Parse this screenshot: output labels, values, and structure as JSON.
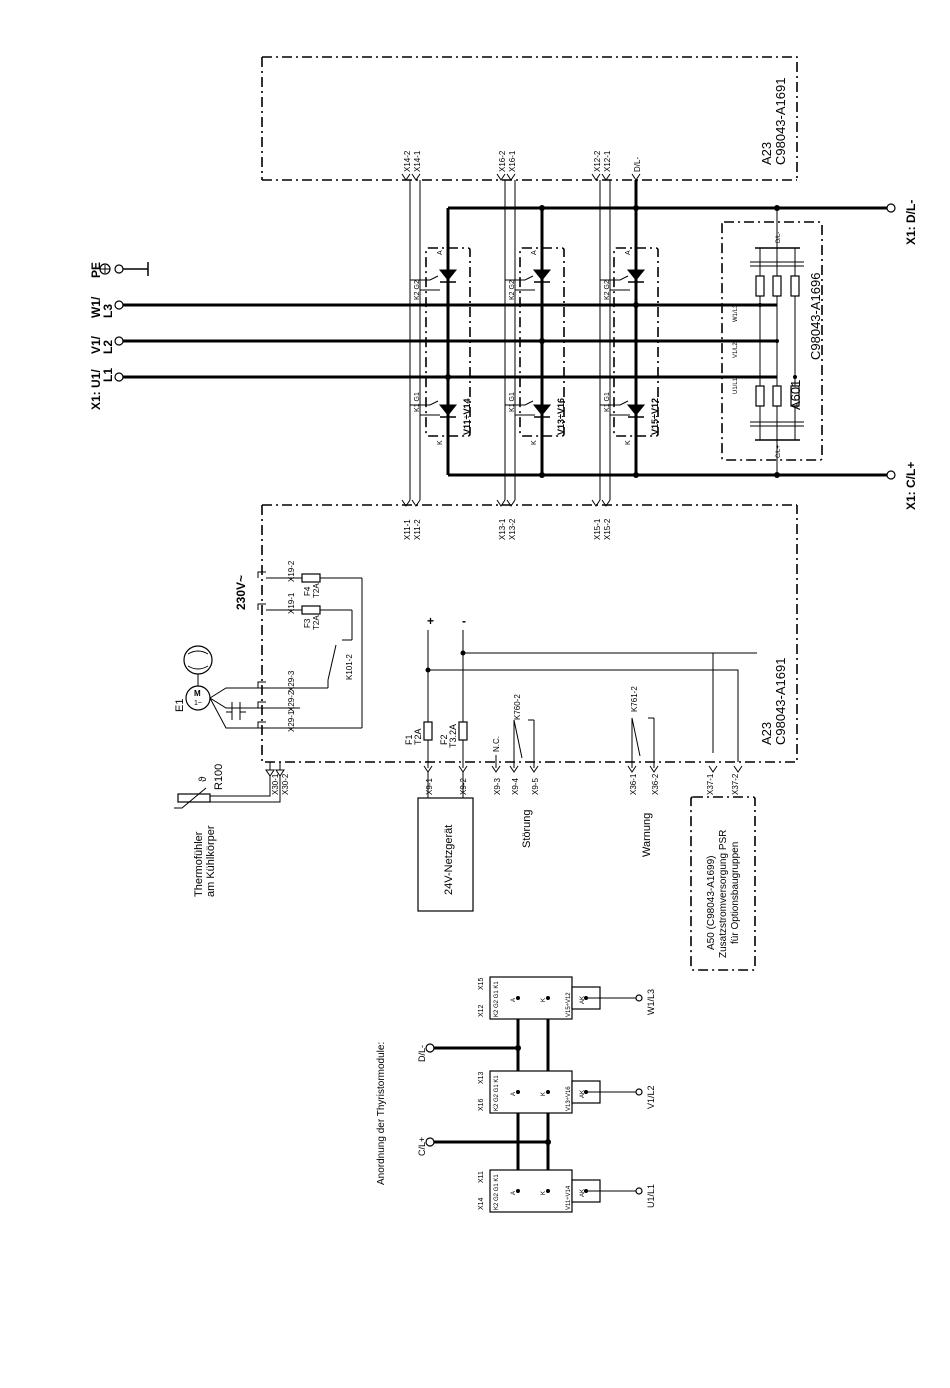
{
  "top_board": {
    "ref": "A23",
    "part": "C98043-A1691"
  },
  "bottom_board": {
    "ref": "A23",
    "part": "C98043-A1691"
  },
  "snubber_board": {
    "ref": "A601",
    "part": "C98043-A1696"
  },
  "terminals": {
    "dl": "X1: D/L-",
    "cl": "X1: C/L+",
    "pe": "PE",
    "w1": "W1/\nL3",
    "v1": "V1/\nL2",
    "u1": "X1: U1/\nL1"
  },
  "connectors_top": [
    "X14-2",
    "X14-1",
    "X16-2",
    "X16-1",
    "X12-2",
    "X12-1",
    "D/L-"
  ],
  "connectors_bottom": [
    "X11-1",
    "X11-2",
    "X13-1",
    "X13-2",
    "X15-1",
    "X15-2"
  ],
  "thyristor_modules": [
    "V11÷V14",
    "V13÷V16",
    "V15÷V12"
  ],
  "gate_labels": {
    "k2": "K2",
    "g2": "G2",
    "k1": "K1",
    "g1": "G1",
    "a": "A",
    "k": "K"
  },
  "snubber_labels": {
    "top": "D/L-",
    "w": "W1/L3",
    "v": "V1/L2",
    "u": "U1/L1",
    "bottom": "C/L+"
  },
  "supply": {
    "label": "230V~",
    "x19_2": "X19-2",
    "x19_1": "X19-1",
    "f4": "F4",
    "f4_rating": "T2A",
    "f3": "F3",
    "f3_rating": "T2A",
    "k101": "K101-2"
  },
  "fan": {
    "ref": "E1",
    "motor": "M\n1~",
    "x29_3": "X29-3",
    "x29_2": "X29-2",
    "x29_1": "X29-1"
  },
  "thermo": {
    "ref": "R100",
    "theta": "ϑ",
    "x30_1": "X30-1",
    "x30_2": "X30-2",
    "caption": "Thermofühler\nam Kühlkörper"
  },
  "dc": {
    "plus": "+",
    "minus": "-",
    "f1": "F1",
    "f1_rating": "T2A",
    "f2": "F2",
    "f2_rating": "T3.2A",
    "x9_1": "X9-1",
    "x9_2": "X9-2",
    "psu": "24V-Netzgerät"
  },
  "fault": {
    "nc": "N.C.",
    "relay": "K760-2",
    "x9_3": "X9-3",
    "x9_4": "X9-4",
    "x9_5": "X9-5",
    "label": "Störung"
  },
  "warning": {
    "relay": "K761-2",
    "x36_1": "X36-1",
    "x36_2": "X36-2",
    "label": "Warnung"
  },
  "psr": {
    "x37_1": "X37-1",
    "x37_2": "X37-2",
    "caption": "A50 (C98043-A1699)\nZusatzstromversorgung PSR\nfür Optionsbaugruppen"
  },
  "arrangement": {
    "title": "Anordnung der Thyristormodule:",
    "dl": "D/L-",
    "cl": "C/L+",
    "modules": [
      {
        "name": "V15÷V12",
        "conn_a": "X12",
        "conn_b": "X15",
        "out": "W1/L3"
      },
      {
        "name": "V13÷V16",
        "conn_a": "X16",
        "conn_b": "X13",
        "out": "V1/L2"
      },
      {
        "name": "V11÷V14",
        "conn_a": "X14",
        "conn_b": "X11",
        "out": "U1/L1"
      }
    ],
    "pins": "K2 G2  G1 K1",
    "pin_a": "A",
    "pin_k": "K",
    "pin_ak": "AK"
  }
}
